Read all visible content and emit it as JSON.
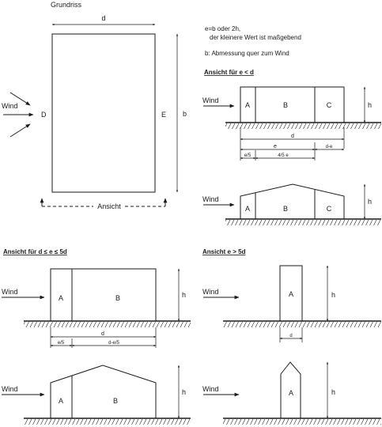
{
  "plan": {
    "title": "Grundriss",
    "d": "d",
    "b": "b",
    "D": "D",
    "E": "E",
    "wind": "Wind",
    "ansicht": "Ansicht"
  },
  "notes": {
    "line1": "e=b oder 2h,",
    "line2": "der kleinere Wert ist maßgebend",
    "line3": "b: Abmessung quer zum Wind"
  },
  "sections": {
    "e_lt_d": "Ansicht für e < d",
    "d_le_e_le_5d": "Ansicht für  d ≤ e ≤ 5d",
    "e_gt_5d": "Ansicht  e > 5d"
  },
  "labels": {
    "wind": "Wind",
    "h": "h",
    "A": "A",
    "B": "B",
    "C": "C",
    "d": "d",
    "e": "e",
    "e5": "e/5",
    "d_minus_e": "d-e",
    "four_fifths_e": "4/5 e",
    "d_minus_e5": "d-e/5"
  }
}
